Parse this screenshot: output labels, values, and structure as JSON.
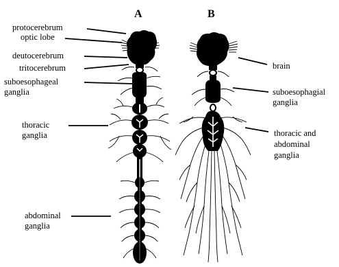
{
  "panels": {
    "a": "A",
    "b": "B"
  },
  "labels_a": {
    "protocerebrum": "protocerebrum",
    "optic_lobe": "optic lobe",
    "deutocerebrum": "deutocerebrum",
    "tritocerebrum": "tritocerebrum",
    "suboesophageal_1": "suboesophageal",
    "suboesophageal_2": "ganglia",
    "thoracic_1": "thoracic",
    "thoracic_2": "ganglia",
    "abdominal_1": "abdominal",
    "abdominal_2": "ganglia"
  },
  "labels_b": {
    "brain": "brain",
    "suboesophagial_1": "suboesophagial",
    "suboesophagial_2": "ganglia",
    "thoracic_abdominal_1": "thoracic and",
    "thoracic_abdominal_2": "abdominal",
    "thoracic_abdominal_3": "ganglia"
  }
}
